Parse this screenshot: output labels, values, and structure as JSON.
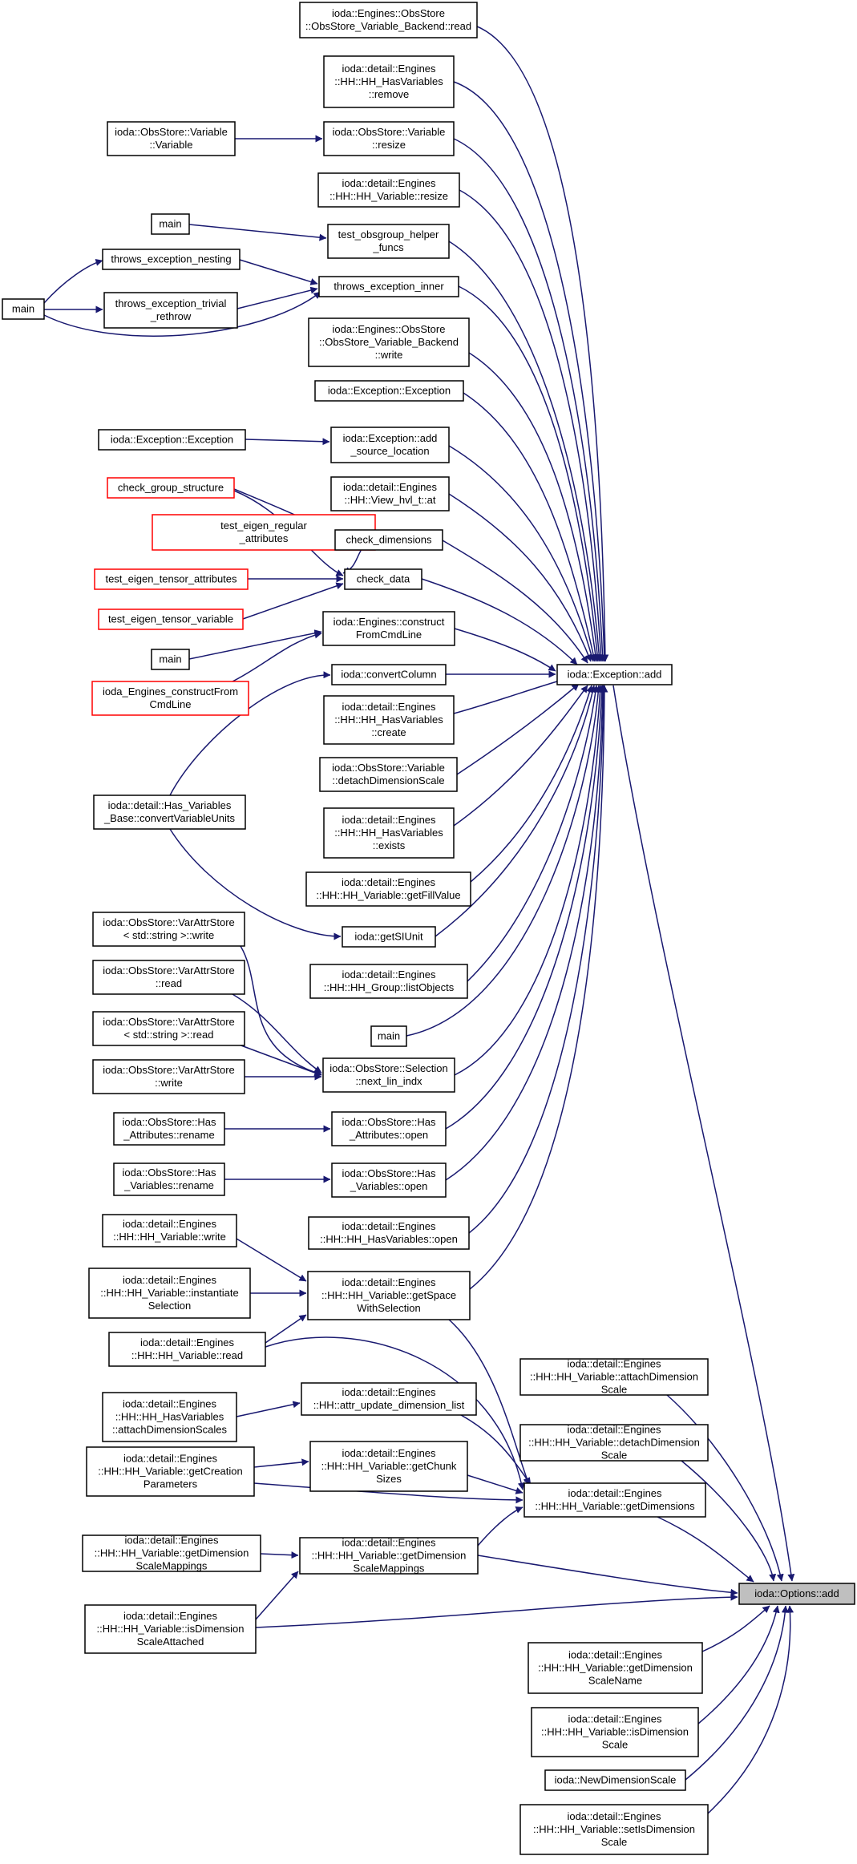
{
  "graph": {
    "description_none": "",
    "styles": {
      "edge_color": "#191970",
      "node_border": "#000000",
      "truncated_border": "#ff0000",
      "focus_fill": "#bfbfbf"
    },
    "nodes": {
      "n_read_backend": [
        "ioda::Engines::ObsStore",
        "::ObsStore_Variable_Backend::read"
      ],
      "n_remove": [
        "ioda::detail::Engines",
        "::HH::HH_HasVariables",
        "::remove"
      ],
      "n_variable": [
        "ioda::ObsStore::Variable",
        "::Variable"
      ],
      "n_resize_obs": [
        "ioda::ObsStore::Variable",
        "::resize"
      ],
      "n_resize_hh": [
        "ioda::detail::Engines",
        "::HH::HH_Variable::resize"
      ],
      "n_main1": [
        "main"
      ],
      "n_test_obsgroup": [
        "test_obsgroup_helper",
        "_funcs"
      ],
      "n_throws_nesting": [
        "throws_exception_nesting"
      ],
      "n_main_left": [
        "main"
      ],
      "n_throws_inner": [
        "throws_exception_inner"
      ],
      "n_throws_trivial": [
        "throws_exception_trivial",
        "_rethrow"
      ],
      "n_write_backend": [
        "ioda::Engines::ObsStore",
        "::ObsStore_Variable_Backend",
        "::write"
      ],
      "n_exception_ctor": [
        "ioda::Exception::Exception"
      ],
      "n_exception_ctor_left": [
        "ioda::Exception::Exception"
      ],
      "n_add_source": [
        "ioda::Exception::add",
        "_source_location"
      ],
      "n_check_group": [
        "check_group_structure"
      ],
      "n_view_hvl": [
        "ioda::detail::Engines",
        "::HH::View_hvl_t::at"
      ],
      "n_test_regular": [
        "test_eigen_regular",
        "_attributes"
      ],
      "n_check_dims": [
        "check_dimensions"
      ],
      "n_test_tensor_attr": [
        "test_eigen_tensor_attributes"
      ],
      "n_check_data": [
        "check_data"
      ],
      "n_test_tensor_var": [
        "test_eigen_tensor_variable"
      ],
      "n_construct": [
        "ioda::Engines::construct",
        "FromCmdLine"
      ],
      "n_main2": [
        "main"
      ],
      "n_convert_column": [
        "ioda::convertColumn"
      ],
      "n_exception_add": [
        "ioda::Exception::add"
      ],
      "n_engines_construct": [
        "ioda_Engines_constructFrom",
        "CmdLine"
      ],
      "n_create": [
        "ioda::detail::Engines",
        "::HH::HH_HasVariables",
        "::create"
      ],
      "n_detach_obs": [
        "ioda::ObsStore::Variable",
        "::detachDimensionScale"
      ],
      "n_has_vars_base": [
        "ioda::detail::Has_Variables",
        "_Base::convertVariableUnits"
      ],
      "n_exists": [
        "ioda::detail::Engines",
        "::HH::HH_HasVariables",
        "::exists"
      ],
      "n_get_fill": [
        "ioda::detail::Engines",
        "::HH::HH_Variable::getFillValue"
      ],
      "n_varattr_write_str": [
        "ioda::ObsStore::VarAttrStore",
        "< std::string >::write"
      ],
      "n_get_si": [
        "ioda::getSIUnit"
      ],
      "n_list_objects": [
        "ioda::detail::Engines",
        "::HH::HH_Group::listObjects"
      ],
      "n_varattr_read": [
        "ioda::ObsStore::VarAttrStore",
        "::read"
      ],
      "n_main3": [
        "main"
      ],
      "n_varattr_read_str": [
        "ioda::ObsStore::VarAttrStore",
        "< std::string >::read"
      ],
      "n_next_lin": [
        "ioda::ObsStore::Selection",
        "::next_lin_indx"
      ],
      "n_varattr_write": [
        "ioda::ObsStore::VarAttrStore",
        "::write"
      ],
      "n_has_attr_rename": [
        "ioda::ObsStore::Has",
        "_Attributes::rename"
      ],
      "n_has_attr_open": [
        "ioda::ObsStore::Has",
        "_Attributes::open"
      ],
      "n_has_vars_rename": [
        "ioda::ObsStore::Has",
        "_Variables::rename"
      ],
      "n_has_vars_open": [
        "ioda::ObsStore::Has",
        "_Variables::open"
      ],
      "n_hh_write": [
        "ioda::detail::Engines",
        "::HH::HH_Variable::write"
      ],
      "n_hh_has_open": [
        "ioda::detail::Engines",
        "::HH::HH_HasVariables::open"
      ],
      "n_instantiate": [
        "ioda::detail::Engines",
        "::HH::HH_Variable::instantiate",
        "Selection"
      ],
      "n_get_space": [
        "ioda::detail::Engines",
        "::HH::HH_Variable::getSpace",
        "WithSelection"
      ],
      "n_hh_read": [
        "ioda::detail::Engines",
        "::HH::HH_Variable::read"
      ],
      "n_attach_dim": [
        "ioda::detail::Engines",
        "::HH::HH_Variable::attachDimension",
        "Scale"
      ],
      "n_attach_scales": [
        "ioda::detail::Engines",
        "::HH::HH_HasVariables",
        "::attachDimensionScales"
      ],
      "n_attr_update": [
        "ioda::detail::Engines",
        "::HH::attr_update_dimension_list"
      ],
      "n_detach_dim": [
        "ioda::detail::Engines",
        "::HH::HH_Variable::detachDimension",
        "Scale"
      ],
      "n_get_creation": [
        "ioda::detail::Engines",
        "::HH::HH_Variable::getCreation",
        "Parameters"
      ],
      "n_get_chunk": [
        "ioda::detail::Engines",
        "::HH::HH_Variable::getChunk",
        "Sizes"
      ],
      "n_get_dimensions": [
        "ioda::detail::Engines",
        "::HH::HH_Variable::getDimensions"
      ],
      "n_get_mappings_left": [
        "ioda::detail::Engines",
        "::HH::HH_Variable::getDimension",
        "ScaleMappings"
      ],
      "n_get_mappings": [
        "ioda::detail::Engines",
        "::HH::HH_Variable::getDimension",
        "ScaleMappings"
      ],
      "n_options_add": [
        "ioda::Options::add"
      ],
      "n_is_attached": [
        "ioda::detail::Engines",
        "::HH::HH_Variable::isDimension",
        "ScaleAttached"
      ],
      "n_get_scale_name": [
        "ioda::detail::Engines",
        "::HH::HH_Variable::getDimension",
        "ScaleName"
      ],
      "n_is_dim_scale": [
        "ioda::detail::Engines",
        "::HH::HH_Variable::isDimension",
        "Scale"
      ],
      "n_new_dim_scale": [
        "ioda::NewDimensionScale"
      ],
      "n_set_is_dim": [
        "ioda::detail::Engines",
        "::HH::HH_Variable::setIsDimension",
        "Scale"
      ]
    }
  }
}
